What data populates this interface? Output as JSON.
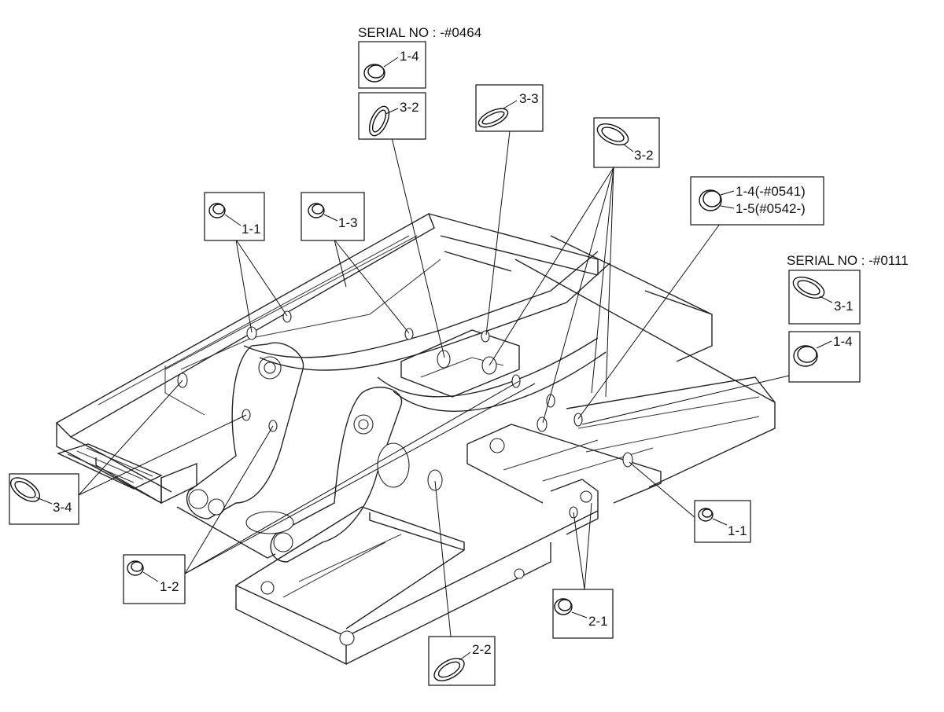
{
  "serial_notes": {
    "top": "SERIAL NO : -#0464",
    "right": "SERIAL NO : -#0111"
  },
  "callouts": {
    "c1_4_top": "1-4",
    "c3_2_top": "3-2",
    "c3_3": "3-3",
    "c3_2_right": "3-2",
    "c1_4_0541": "1-4(-#0541)",
    "c1_5_0542": "1-5(#0542-)",
    "c1_1_left": "1-1",
    "c1_3": "1-3",
    "c3_1": "3-1",
    "c1_4_right": "1-4",
    "c3_4": "3-4",
    "c1_1_right": "1-1",
    "c1_2": "1-2",
    "c2_1": "2-1",
    "c2_2": "2-2"
  },
  "icons": {
    "round_grommet": "round-grommet-icon",
    "oval_grommet": "oval-grommet-icon"
  }
}
